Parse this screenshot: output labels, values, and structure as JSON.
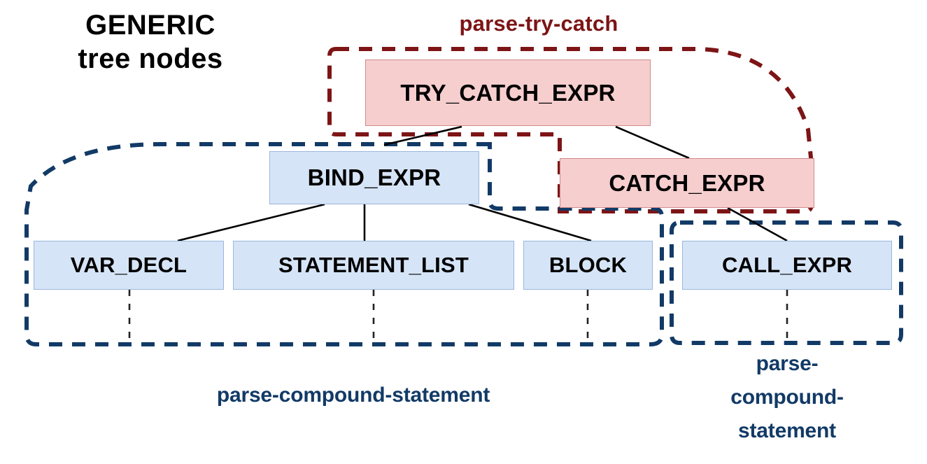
{
  "diagram": {
    "title_lines": [
      "GENERIC",
      "tree nodes"
    ],
    "colors": {
      "node_blue_fill": "#d6e4f7",
      "node_blue_border": "#9bb7dc",
      "node_pink_fill": "#f6cece",
      "node_pink_border": "#d18a8a",
      "group_red": "#7d1416",
      "group_blue": "#123a66",
      "edge_black": "#000000",
      "background": "#ffffff"
    }
  },
  "nodes": [
    {
      "id": "try_catch_expr",
      "label": "TRY_CATCH_EXPR",
      "kind": "pink"
    },
    {
      "id": "catch_expr",
      "label": "CATCH_EXPR",
      "kind": "pink"
    },
    {
      "id": "bind_expr",
      "label": "BIND_EXPR",
      "kind": "blue"
    },
    {
      "id": "var_decl",
      "label": "VAR_DECL",
      "kind": "blue"
    },
    {
      "id": "statement_list",
      "label": "STATEMENT_LIST",
      "kind": "blue"
    },
    {
      "id": "block",
      "label": "BLOCK",
      "kind": "blue"
    },
    {
      "id": "call_expr",
      "label": "CALL_EXPR",
      "kind": "blue"
    }
  ],
  "edges": [
    {
      "from": "try_catch_expr",
      "to": "bind_expr",
      "style": "solid"
    },
    {
      "from": "try_catch_expr",
      "to": "catch_expr",
      "style": "solid"
    },
    {
      "from": "bind_expr",
      "to": "var_decl",
      "style": "solid"
    },
    {
      "from": "bind_expr",
      "to": "statement_list",
      "style": "solid"
    },
    {
      "from": "bind_expr",
      "to": "block",
      "style": "solid"
    },
    {
      "from": "catch_expr",
      "to": "call_expr",
      "style": "solid"
    },
    {
      "from": "var_decl",
      "to": null,
      "style": "dashed-down"
    },
    {
      "from": "statement_list",
      "to": null,
      "style": "dashed-down"
    },
    {
      "from": "block",
      "to": null,
      "style": "dashed-down"
    },
    {
      "from": "call_expr",
      "to": null,
      "style": "dashed-down"
    }
  ],
  "groups": [
    {
      "id": "parse-try-catch",
      "label": "parse-try-catch",
      "color": "#7d1416",
      "members": [
        "try_catch_expr",
        "catch_expr"
      ],
      "label_position": "top"
    },
    {
      "id": "parse-compound-statement-left",
      "label": "parse-compound-statement",
      "color": "#123a66",
      "members": [
        "bind_expr",
        "var_decl",
        "statement_list",
        "block"
      ],
      "label_position": "bottom"
    },
    {
      "id": "parse-compound-statement-right",
      "label_lines": [
        "parse-",
        "compound-",
        "statement"
      ],
      "color": "#123a66",
      "members": [
        "call_expr"
      ],
      "label_position": "bottom"
    }
  ],
  "labels": {
    "title_line1": "GENERIC",
    "title_line2": "tree nodes",
    "group_red": "parse-try-catch",
    "group_blue_left": "parse-compound-statement",
    "group_blue_right_1": "parse-",
    "group_blue_right_2": "compound-",
    "group_blue_right_3": "statement"
  }
}
